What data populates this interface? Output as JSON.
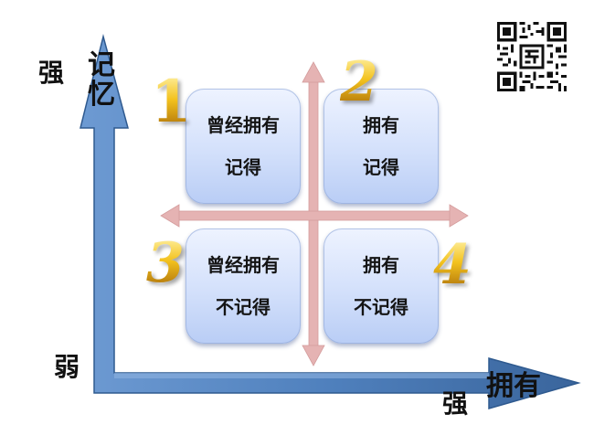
{
  "y_axis": {
    "label": "记忆",
    "strong": "强",
    "weak": "弱"
  },
  "x_axis": {
    "label": "拥有",
    "strong": "强"
  },
  "quadrants": [
    {
      "number": "1",
      "line1": "曾经拥有",
      "line2": "记得"
    },
    {
      "number": "2",
      "line1": "拥有",
      "line2": "记得"
    },
    {
      "number": "3",
      "line1": "曾经拥有",
      "line2": "不记得"
    },
    {
      "number": "4",
      "line1": "拥有",
      "line2": "不记得"
    }
  ],
  "colors": {
    "axis_arrow": "#4f80bd",
    "axis_arrow_dark": "#3a659c",
    "cross_arrow": "#e5b3b3",
    "quadrant_fill": "#cddcf8",
    "number_gold": "#e0a81a"
  },
  "icons": {
    "qr": "qr-code-icon"
  }
}
